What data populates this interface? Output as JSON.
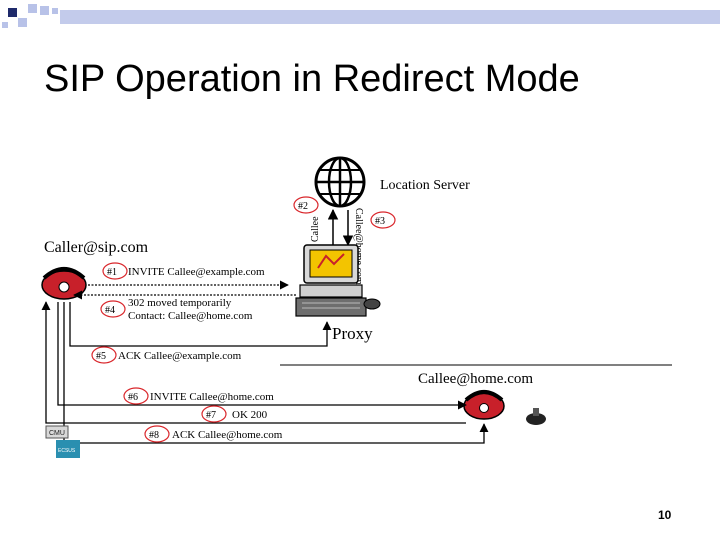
{
  "slide": {
    "title": "SIP Operation in Redirect Mode",
    "page_number": "10"
  },
  "diagram": {
    "location_server_label": "Location Server",
    "caller_label": "Caller@sip.com",
    "proxy_label": "Proxy",
    "callee_label": "Callee@home.com",
    "vertical_query_label": "Callee",
    "vertical_reply_label": "Callee@home.com",
    "logo_top": "CMU",
    "logo_bottom": "ECSUS",
    "messages": [
      {
        "num": "#1",
        "text": "INVITE Callee@example.com"
      },
      {
        "num": "#2",
        "text": ""
      },
      {
        "num": "#3",
        "text": ""
      },
      {
        "num": "#4",
        "text": "302 moved temporarily",
        "text2": "Contact: Callee@home.com"
      },
      {
        "num": "#5",
        "text": "ACK Callee@example.com"
      },
      {
        "num": "#6",
        "text": "INVITE Callee@home.com"
      },
      {
        "num": "#7",
        "text": "OK 200"
      },
      {
        "num": "#8",
        "text": "ACK Callee@home.com"
      }
    ]
  },
  "colors": {
    "bullet_dark": "#1f2a6b",
    "bullet_light": "#b8c2e8",
    "phone_red": "#c8202a",
    "step_circle": "#d9262b"
  }
}
